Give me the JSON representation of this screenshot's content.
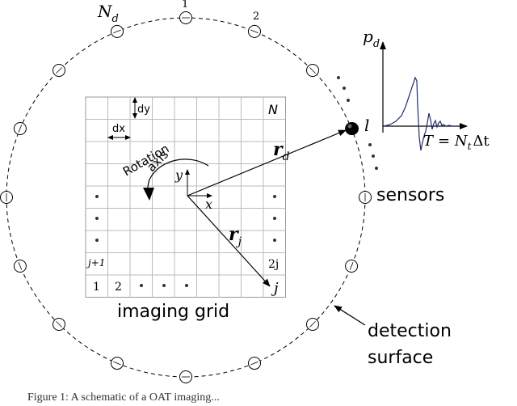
{
  "labels": {
    "nd": "N",
    "nd_sub": "d",
    "sensor_1": "1",
    "sensor_2": "2",
    "sensor_l": "l",
    "dy": "dy",
    "dx": "dx",
    "grid_N": "N",
    "rotation_line1": "Rotation",
    "rotation_line2": "axis",
    "axis_y": "y",
    "axis_x": "x",
    "rd": "r",
    "rd_sub": "d",
    "rj": "r",
    "rj_sub": "j",
    "point_j": "j",
    "cell_jplus1": "j+1",
    "cell_2j": "2j",
    "cell_1": "1",
    "cell_2": "2",
    "pd": "p",
    "pd_sub": "d",
    "time_T": "T",
    "time_eq": "= N",
    "time_sub": "t",
    "time_delta": "Δt",
    "sensors": "sensors",
    "imaging_grid": "imaging grid",
    "detection_line1": "detection",
    "detection_line2": "surface"
  },
  "caption": "Figure 1: A schematic of a OAT imaging..."
}
